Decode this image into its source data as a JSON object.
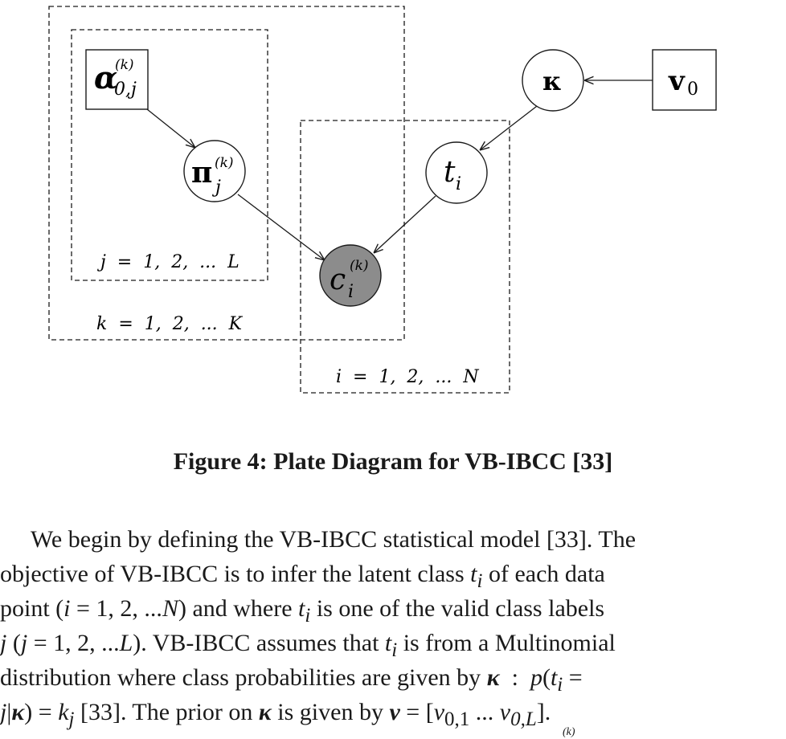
{
  "diagram": {
    "nodes": {
      "alpha": {
        "symbol": "α",
        "sub": "0,j",
        "sup": "(k)"
      },
      "pi": {
        "symbol": "π",
        "sub": "j",
        "sup": "(k)"
      },
      "t": {
        "symbol": "t",
        "sub": "i"
      },
      "c": {
        "symbol": "c",
        "sub": "i",
        "sup": "(k)"
      },
      "kappa": {
        "symbol": "κ"
      },
      "nu": {
        "symbol": "v",
        "sub": "0"
      }
    },
    "plates": {
      "j_label": "j  =  1,  2,  ...  L",
      "k_label": "k  =  1,  2,  ...  K",
      "i_label": "i  =  1,  2,  ...  N"
    },
    "colors": {
      "observed_fill": "#8c8c8c",
      "line": "#1a1a1a"
    }
  },
  "caption": "Figure 4: Plate Diagram for VB-IBCC [33]",
  "paragraph": {
    "l1": "We begin by defining the VB-IBCC statistical model [33]. The",
    "l2a": "objective of VB-IBCC is to infer the latent class ",
    "l2b": "t",
    "l2c": "i",
    "l2d": " of each data",
    "l3a": "point (",
    "l3b": "i",
    "l3c": " = 1, 2, ...",
    "l3d": "N",
    "l3e": ") and where ",
    "l3f": "t",
    "l3g": "i",
    "l3h": " is one of the valid class labels",
    "l4a": "j",
    "l4b": " (",
    "l4c": "j",
    "l4d": " = 1, 2, ...",
    "l4e": "L",
    "l4f": "). VB-IBCC assumes that ",
    "l4g": "t",
    "l4h": "i",
    "l4i": " is from a Multinomial",
    "l5a": "distribution where class probabilities are given by ",
    "l5b": "κ",
    "l5c": "  :  ",
    "l5d": "p",
    "l5e": "(",
    "l5f": "t",
    "l5g": "i",
    "l5h": " =",
    "l6a": "j",
    "l6b": "|",
    "l6c": "κ",
    "l6d": ") = ",
    "l6e": "k",
    "l6f": "j",
    "l6g": " [33]. The prior on ",
    "l6h": "κ",
    "l6i": " is given by ",
    "l6j": "ν",
    "l6k": " = [",
    "l6l": "v",
    "l6m": "0,1",
    "l6n": " ... ",
    "l6o": "v",
    "l6p": "0,L",
    "l6q": "].",
    "cut": "(k)"
  }
}
